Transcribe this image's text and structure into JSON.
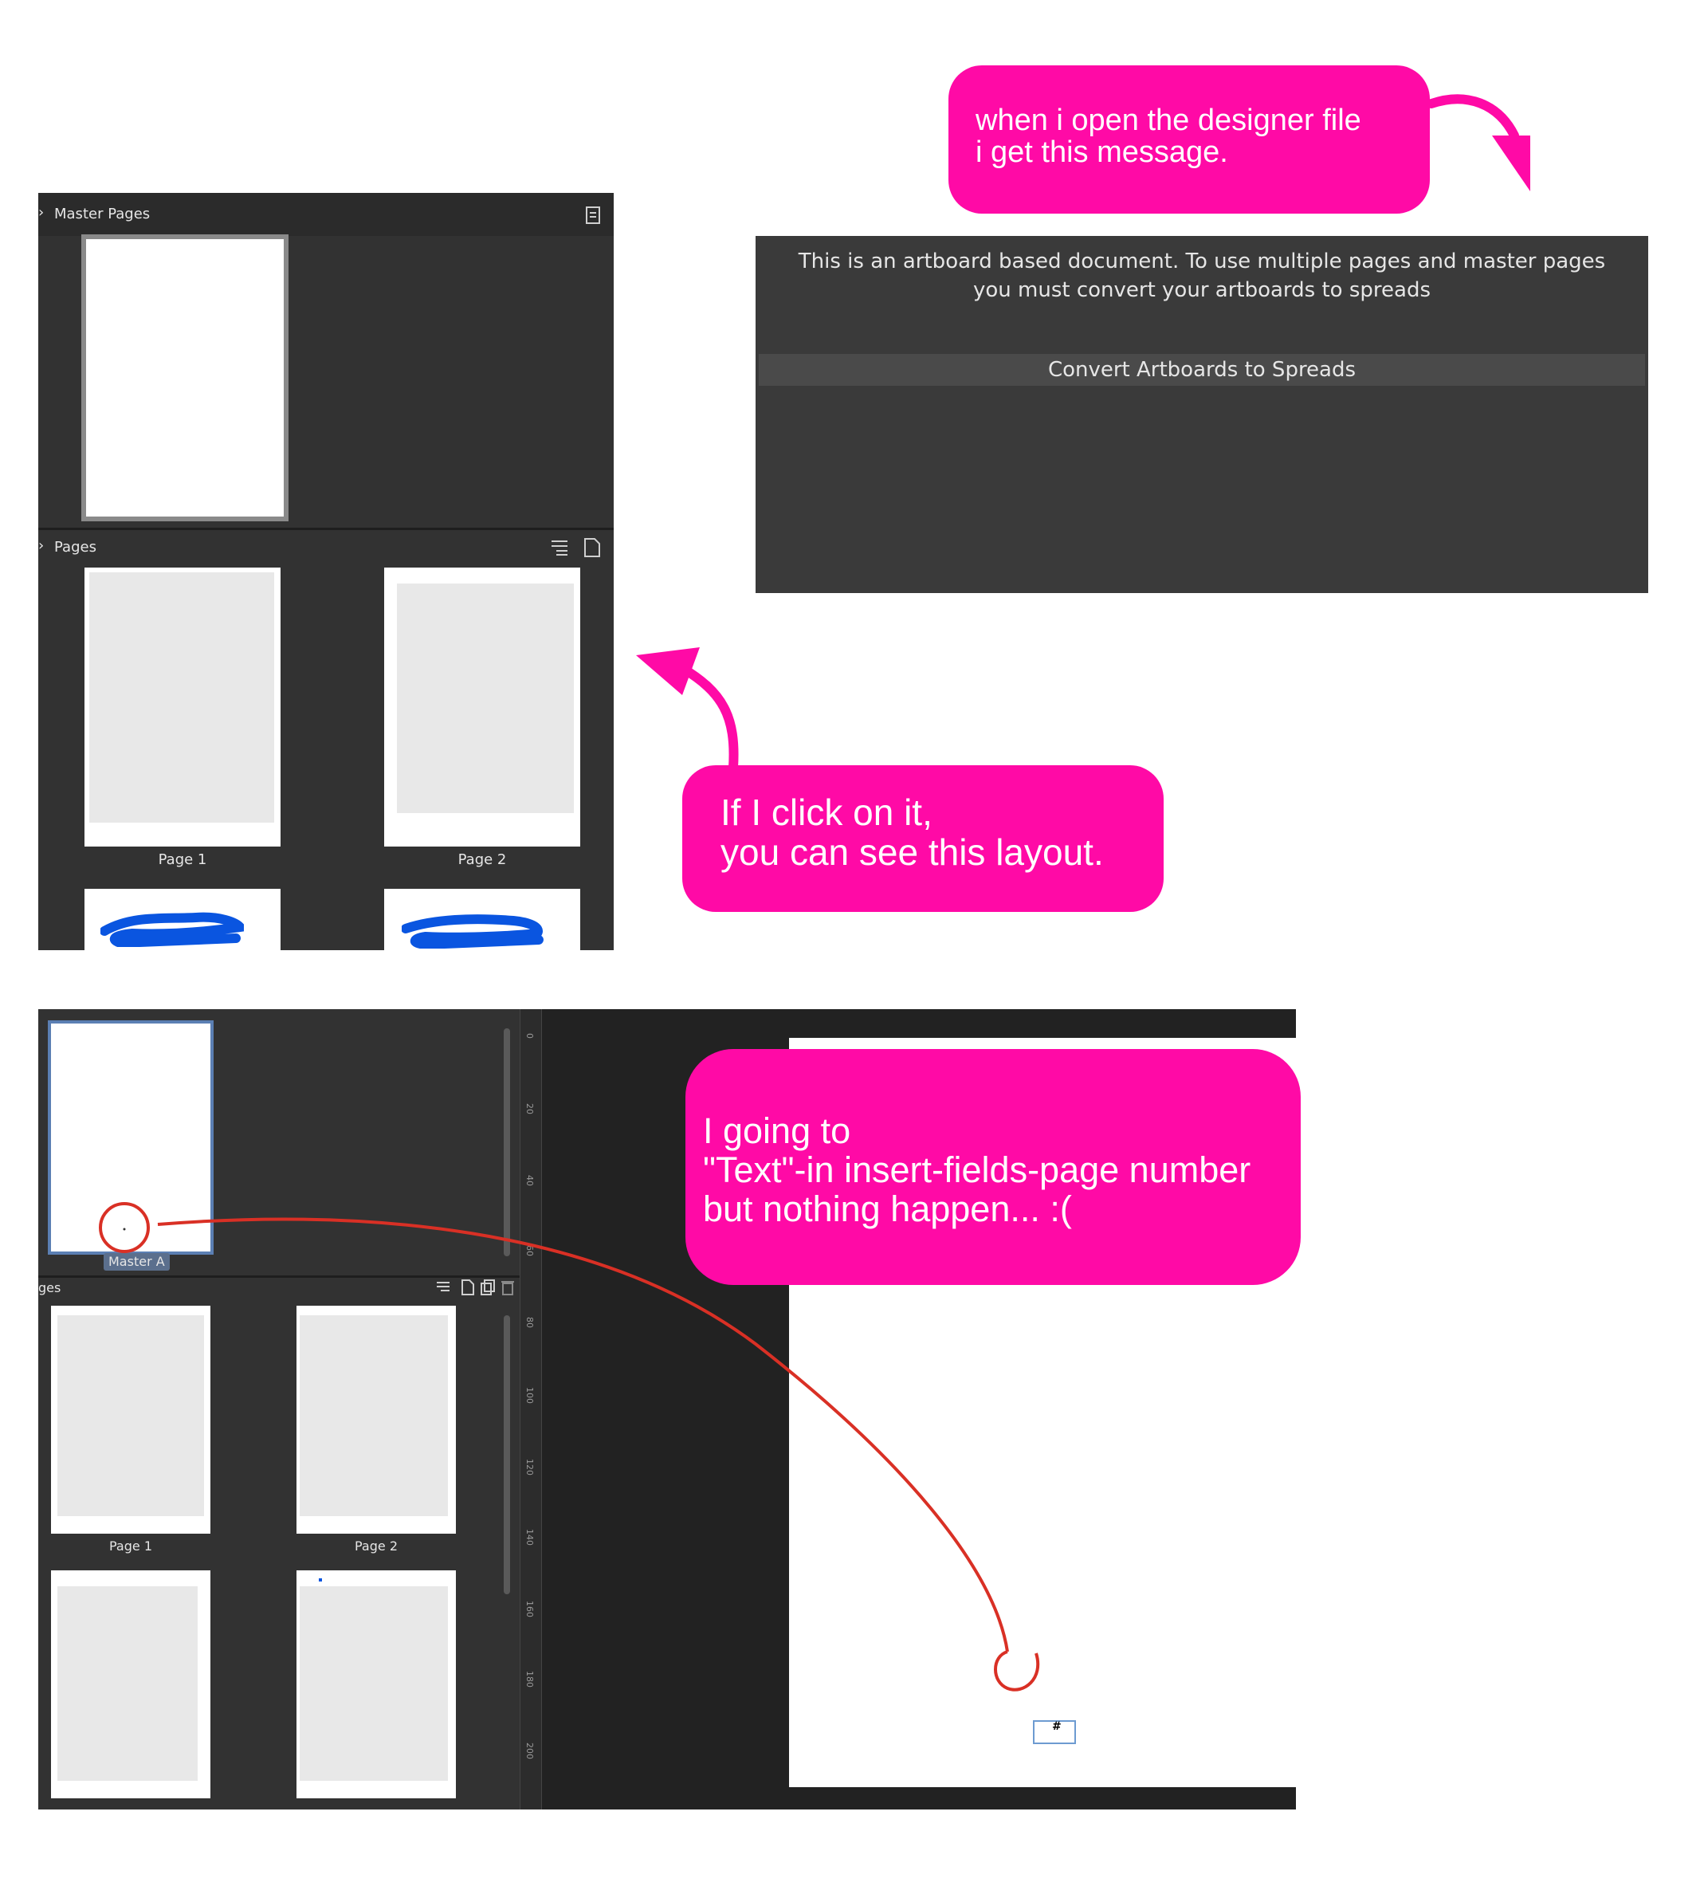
{
  "top_panel": {
    "master_pages_header": "Master Pages",
    "pages_header": "Pages",
    "page_labels": [
      "Page 1",
      "Page 2"
    ]
  },
  "dialog": {
    "message": "This is an artboard based document. To use multiple pages and master pages you must convert your artboards to spreads",
    "button": "Convert Artboards to Spreads"
  },
  "callouts": {
    "open_message": [
      "when i open the designer file",
      "i get this message."
    ],
    "click_layout": [
      "If I click on it,",
      "you can see this layout."
    ],
    "insert_field": [
      "I going to",
      "\"Text\"-in insert-fields-page number",
      "but nothing happen... :("
    ]
  },
  "bottom_panel": {
    "master_badge": "Master A",
    "pages_header_partial": "ges",
    "page_labels": [
      "Page 1",
      "Page 2"
    ],
    "ruler_labels": [
      "0",
      "20",
      "40",
      "60",
      "80",
      "100",
      "120",
      "140",
      "160",
      "180",
      "200"
    ],
    "page_number_field": "#"
  },
  "colors": {
    "panel": "#323232",
    "callout": "#ff0aa6",
    "canvas": "#222222",
    "annotation": "#d93025"
  }
}
